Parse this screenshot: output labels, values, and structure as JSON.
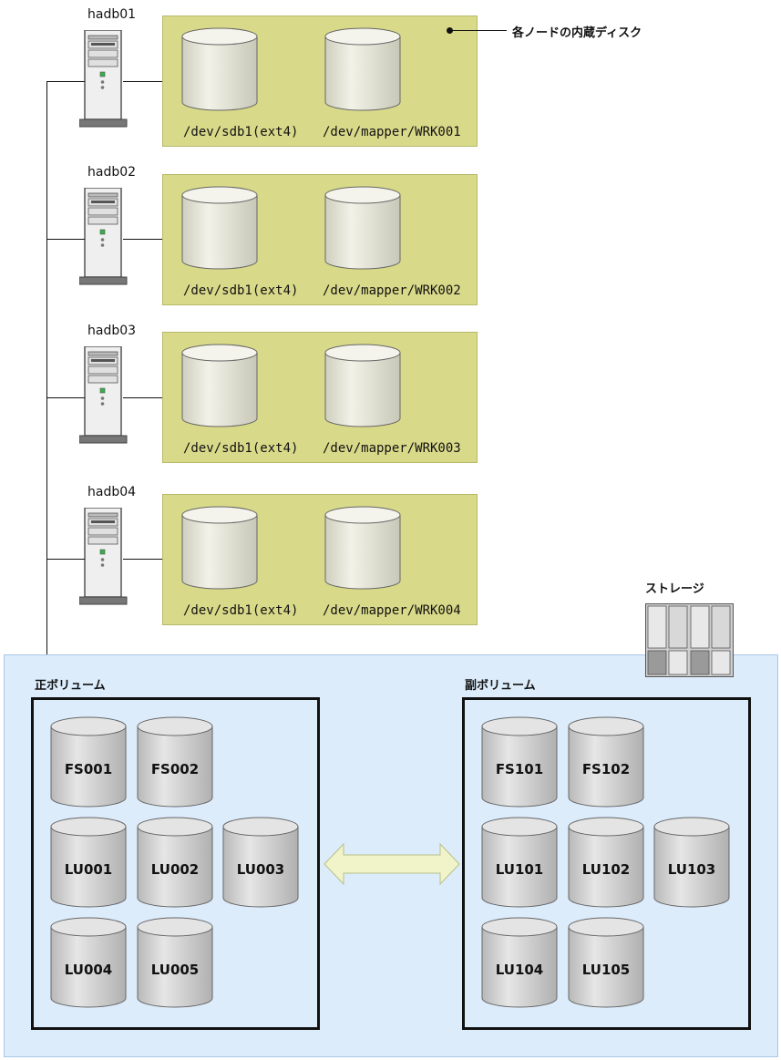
{
  "callout_label": "各ノードの内蔵ディスク",
  "storage_label": "ストレージ",
  "nodes": [
    {
      "host": "hadb01",
      "disk1": "/dev/sdb1(ext4)",
      "disk2": "/dev/mapper/WRK001"
    },
    {
      "host": "hadb02",
      "disk1": "/dev/sdb1(ext4)",
      "disk2": "/dev/mapper/WRK002"
    },
    {
      "host": "hadb03",
      "disk1": "/dev/sdb1(ext4)",
      "disk2": "/dev/mapper/WRK003"
    },
    {
      "host": "hadb04",
      "disk1": "/dev/sdb1(ext4)",
      "disk2": "/dev/mapper/WRK004"
    }
  ],
  "primary": {
    "title": "正ボリューム",
    "volumes": [
      "FS001",
      "FS002",
      "LU001",
      "LU002",
      "LU003",
      "LU004",
      "LU005"
    ]
  },
  "secondary": {
    "title": "副ボリューム",
    "volumes": [
      "FS101",
      "FS102",
      "LU101",
      "LU102",
      "LU103",
      "LU104",
      "LU105"
    ]
  },
  "colors": {
    "disk_panel": "#d9d98a",
    "storage_area": "#dcecfb",
    "disk_cylinder": "#e6e6d6",
    "volume_cylinder": "#d0d0d0",
    "arrow_fill": "#f0f4c8"
  }
}
